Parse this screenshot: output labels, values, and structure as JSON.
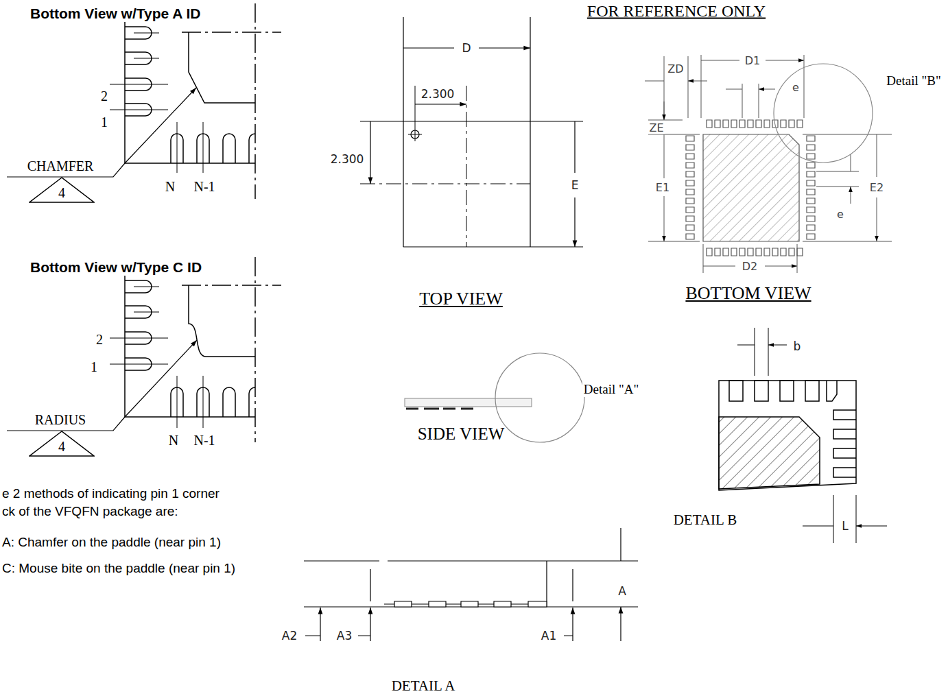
{
  "diagram": {
    "nodes": [
      {
        "text": [
          "4"
        ]
      },
      {
        "text": [
          "4"
        ]
      }
    ],
    "labels": [
      "Bottom View w/Type A ID",
      "2",
      "1",
      "CHAMFER",
      "N",
      "N-1",
      "Bottom View w/Type C ID",
      "2",
      "1",
      "RADIUS",
      "N",
      "N-1",
      "e 2 methods of indicating pin 1 corner",
      "ck of the VFQFN package are:",
      "A: Chamfer on the paddle (near pin 1)",
      "C: Mouse bite on the paddle (near pin 1)",
      "FOR REFERENCE ONLY",
      "D",
      "2.300",
      "2.300",
      "E",
      "TOP VIEW",
      "ZD",
      "D1",
      "e",
      "Detail \"B\"",
      "ZE",
      "E1",
      "E2",
      "e",
      "D2",
      "BOTTOM VIEW",
      "SIDE VIEW",
      "Detail \"A\"",
      "b",
      "DETAIL B",
      "L",
      "A",
      "A2",
      "A3",
      "A1",
      "DETAIL A"
    ]
  }
}
